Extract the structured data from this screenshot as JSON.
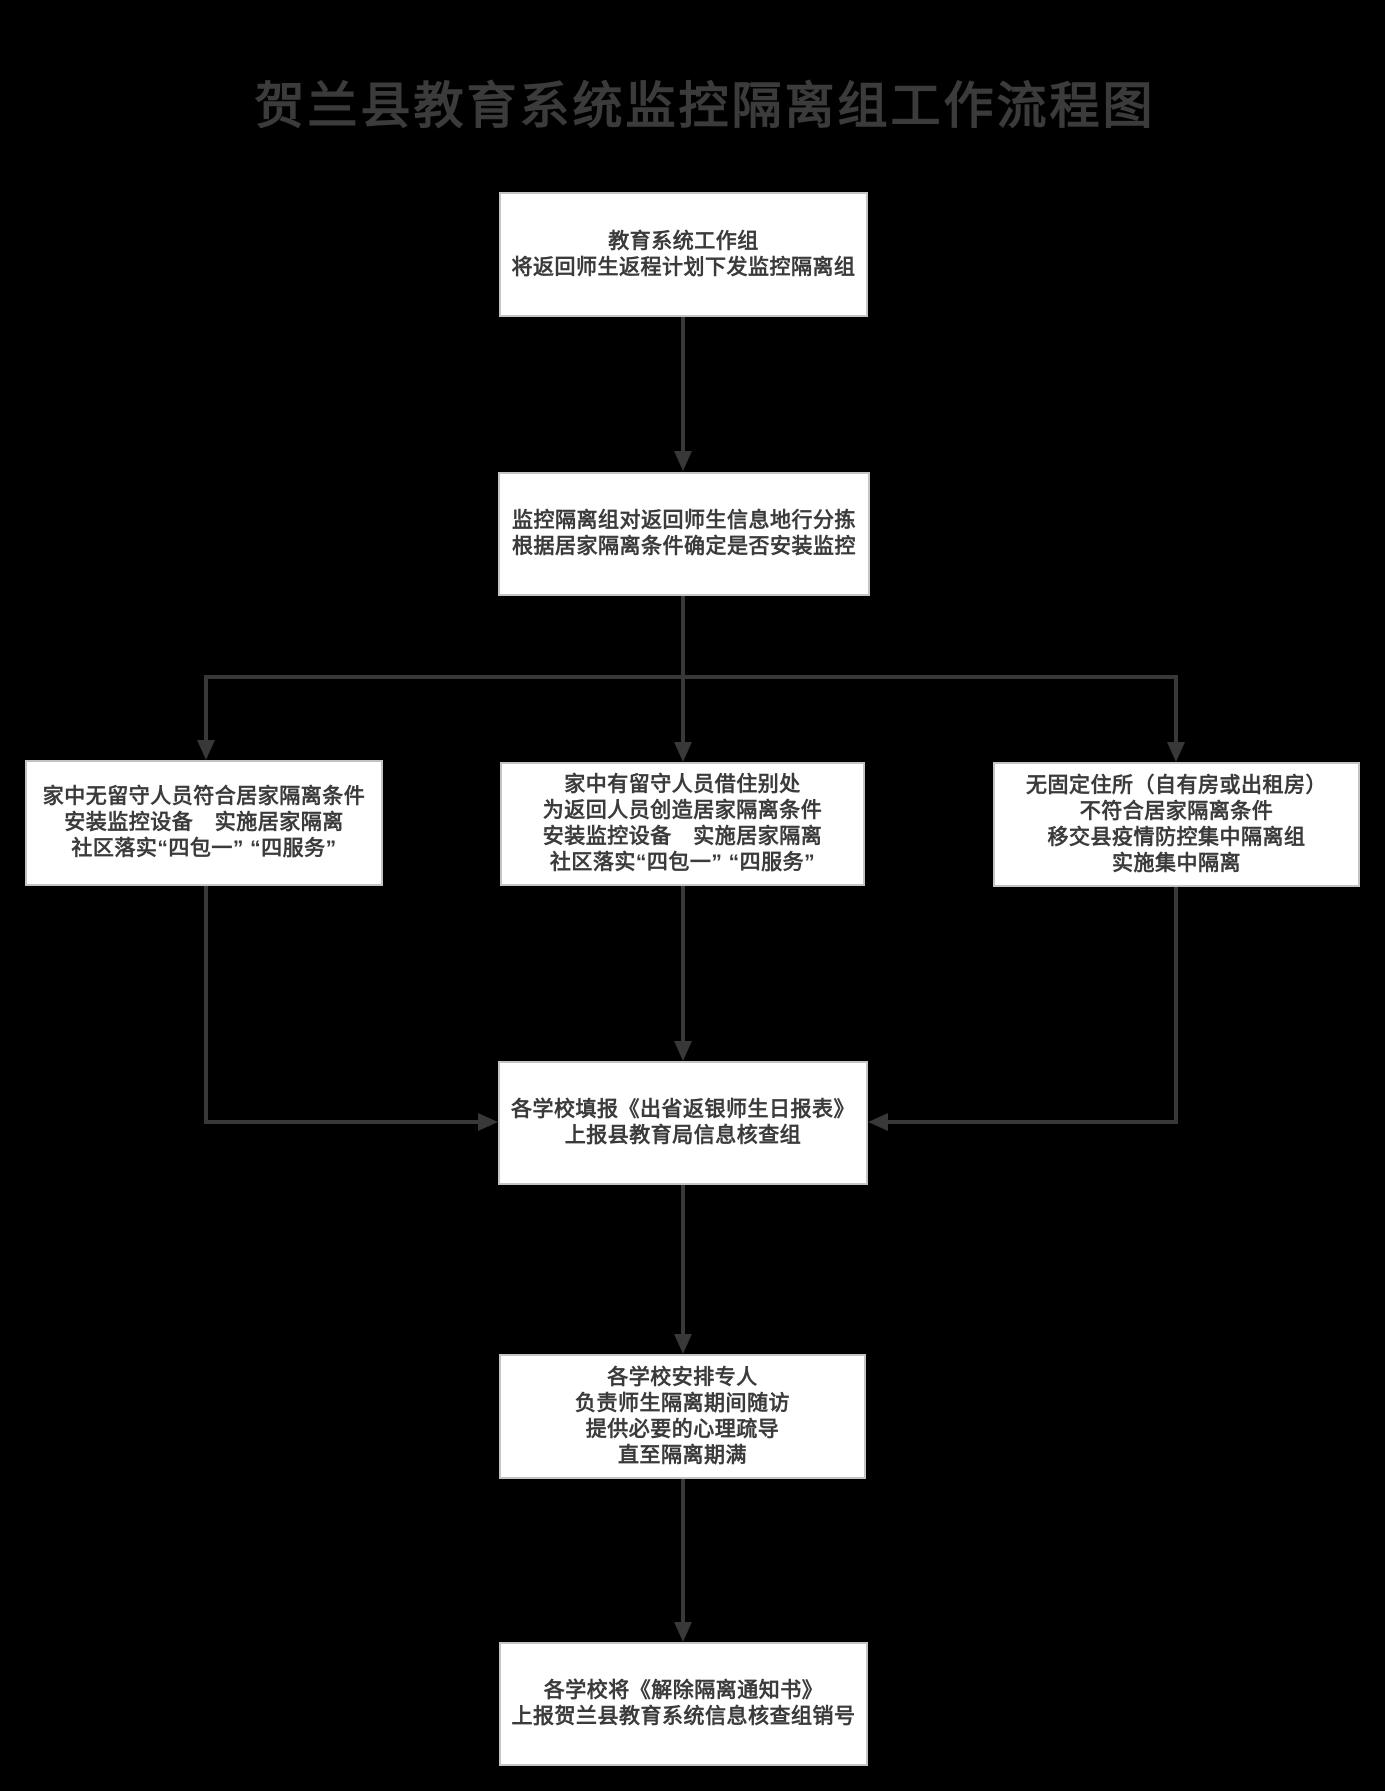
{
  "title": "贺兰县教育系统监控隔离组工作流程图",
  "theme": {
    "bg": "#000000",
    "box-fill": "#ffffff",
    "box-border": "#c4c4c4",
    "text": "#3b3b3b",
    "line": "#383838"
  },
  "flow": {
    "step1": {
      "lines": [
        "教育系统工作组",
        "将返回师生返程计划下发监控隔离组"
      ]
    },
    "step2": {
      "lines": [
        "监控隔离组对返回师生信息地行分拣",
        "根据居家隔离条件确定是否安装监控"
      ]
    },
    "branch_left": {
      "lines": [
        "家中无留守人员符合居家隔离条件",
        "安装监控设备　实施居家隔离",
        "社区落实“四包一” “四服务”"
      ]
    },
    "branch_middle": {
      "lines": [
        "家中有留守人员借住别处",
        "为返回人员创造居家隔离条件",
        "安装监控设备　实施居家隔离",
        "社区落实“四包一” “四服务”"
      ]
    },
    "branch_right": {
      "lines": [
        "无固定住所（自有房或出租房）",
        "不符合居家隔离条件",
        "移交县疫情防控集中隔离组",
        "实施集中隔离"
      ]
    },
    "step4": {
      "lines": [
        "各学校填报《出省返银师生日报表》",
        "上报县教育局信息核查组"
      ]
    },
    "step5": {
      "lines": [
        "各学校安排专人",
        "负责师生隔离期间随访",
        "提供必要的心理疏导",
        "直至隔离期满"
      ]
    },
    "step6": {
      "lines": [
        "各学校将《解除隔离通知书》",
        "上报贺兰县教育系统信息核查组销号"
      ]
    }
  }
}
